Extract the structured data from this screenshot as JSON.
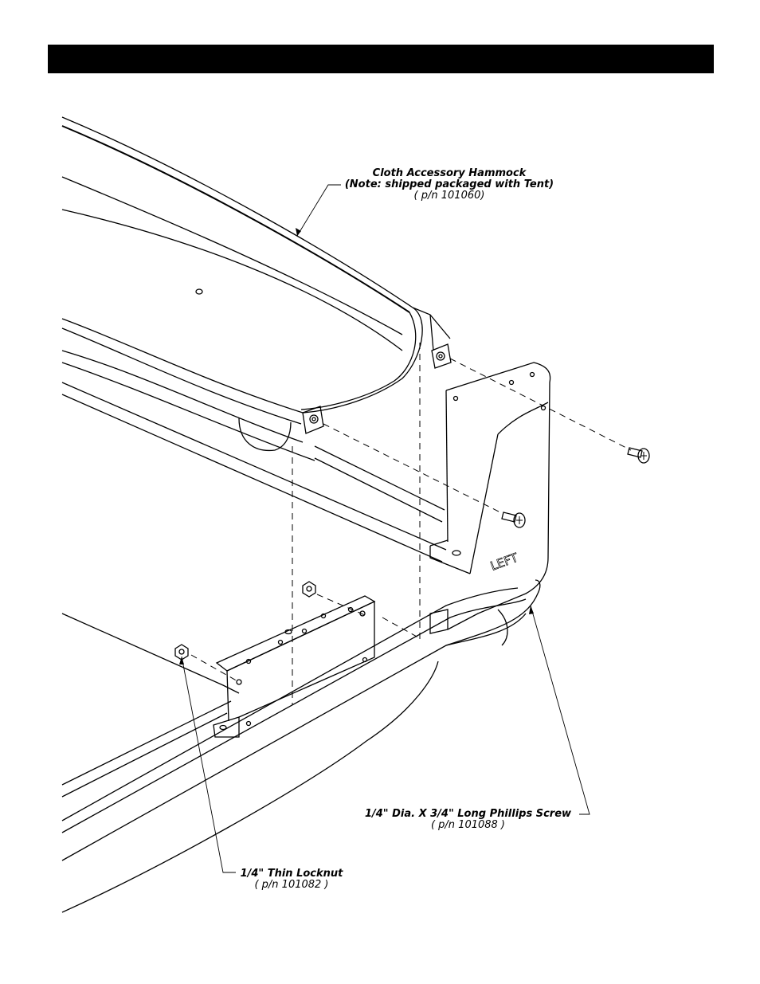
{
  "callouts": {
    "hammock": {
      "name": "Cloth Accessory Hammock",
      "note": "(Note: shipped packaged with Tent)",
      "part": "( p/n 101060)"
    },
    "screw": {
      "name": "1/4\" Dia. X 3/4\" Long Phillips Screw",
      "part": "( p/n 101088 )"
    },
    "locknut": {
      "name": "1/4\" Thin Locknut",
      "part": "( p/n 101082 )"
    }
  },
  "bracket_marking": "LEFT"
}
